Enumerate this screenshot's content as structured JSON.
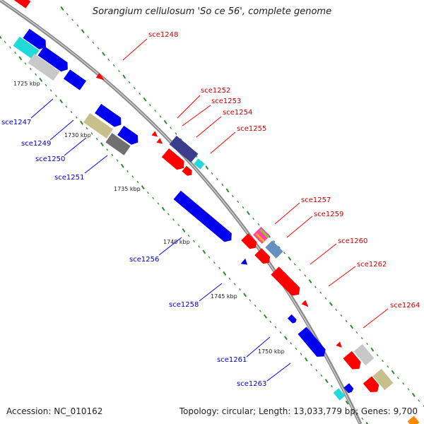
{
  "title": "Sorangium cellulosum 'So ce 56', complete genome",
  "accession": "Accession: NC_010162",
  "topology": "Topology: circular; Length: 13,033,779 bp; Genes: 9,700",
  "colors": {
    "backbone": "#888888",
    "tick": "#2e8b2e",
    "gene_red": "#ff0000",
    "gene_blue": "#0000ee",
    "label_red": "#cc0000",
    "label_blue": "#0000cc",
    "cyan": "#21d9d9",
    "silver": "#c8c8c8",
    "khaki": "#c8c08c",
    "slate": "#3c3c8c",
    "gray": "#707070",
    "steel": "#6690c0",
    "orange": "#ff8800"
  },
  "scale_labels": [
    "1725 kbp",
    "1730 kbp",
    "1735 kbp",
    "1740 kbp",
    "1745 kbp",
    "1750 kbp"
  ],
  "red_gene_labels": [
    "sce1248",
    "sce1252",
    "sce1253",
    "sce1254",
    "sce1255",
    "sce1257",
    "sce1259",
    "sce1260",
    "sce1262",
    "sce1264"
  ],
  "blue_gene_labels": [
    "sce1247",
    "sce1249",
    "sce1250",
    "sce1251",
    "sce1256",
    "sce1258",
    "sce1261",
    "sce1263"
  ]
}
